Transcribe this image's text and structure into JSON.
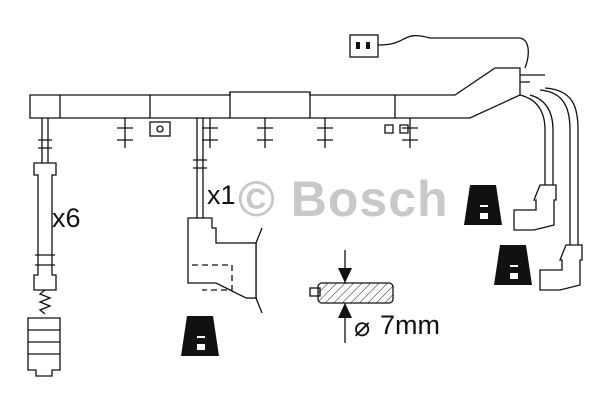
{
  "watermark": {
    "text": "© Bosch",
    "color": "#c8c8c8"
  },
  "labels": {
    "quantity_plug_cables": "x6",
    "quantity_coil_cable": "x1",
    "diameter_symbol": "⌀",
    "diameter_value": "7mm"
  },
  "colors": {
    "line": "#111111",
    "background": "#ffffff"
  }
}
